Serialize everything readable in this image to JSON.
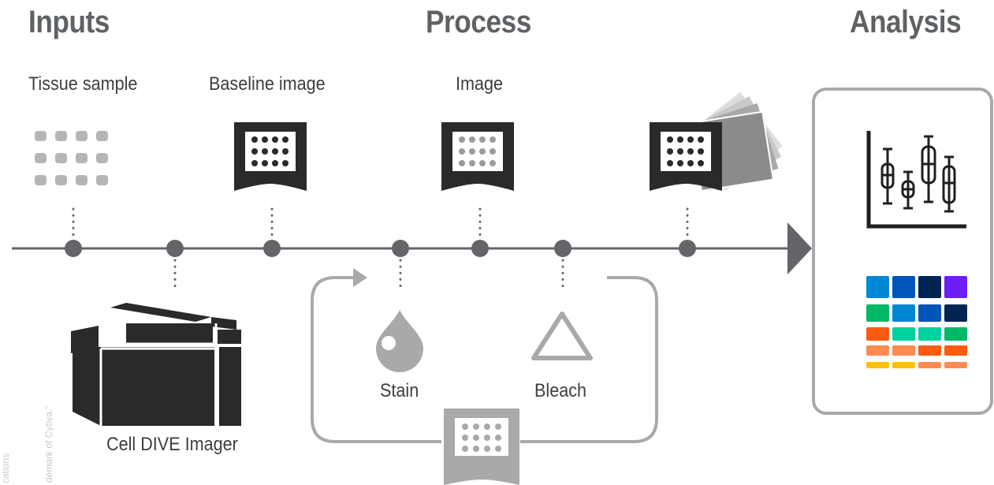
{
  "headings": {
    "inputs": "Inputs",
    "process": "Process",
    "analysis": "Analysis"
  },
  "labels": {
    "tissue_sample": "Tissue sample",
    "baseline_image": "Baseline image",
    "image": "Image",
    "stain": "Stain",
    "bleach": "Bleach",
    "imager": "Cell DIVE Imager"
  },
  "side_notes": {
    "line1": "cations",
    "line2": "demark of Cytiva.”"
  },
  "colors": {
    "heading": "#5f6265",
    "line": "#636569",
    "node": "#636569",
    "device": "#2a2a2b",
    "light_grey": "#a8a9ab",
    "panel_border": "#a8a9ab",
    "heatmap": [
      [
        "#0087d4",
        "#0055b8",
        "#012553",
        "#6c1ef5"
      ],
      [
        "#00b865",
        "#0087d4",
        "#0055b8",
        "#012553"
      ],
      [
        "#ff5a12",
        "#00d2a0",
        "#00d2a0",
        "#00b865"
      ],
      [
        "#ff8a52",
        "#ff8a52",
        "#ff5a12",
        "#ff5a12"
      ],
      [
        "#ffc000",
        "#ffc000",
        "#ff8a52",
        "#ff8a52"
      ]
    ]
  },
  "icons": {
    "tissue": "tissue-sample-icon",
    "device": "image-device-icon",
    "imager": "imager-machine-icon",
    "stain": "droplet-icon",
    "bleach": "triangle-icon",
    "chart": "box-plot-icon"
  }
}
